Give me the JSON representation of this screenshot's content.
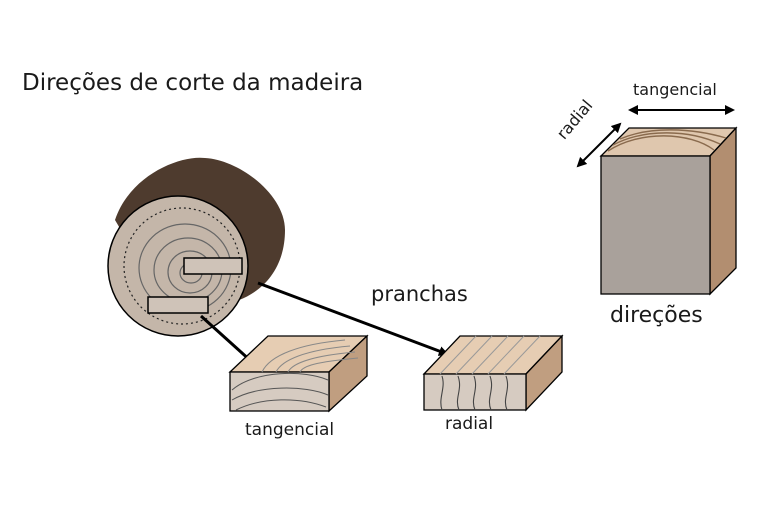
{
  "title": "Direções de corte da madeira",
  "labels": {
    "pranchas": "pranchas",
    "tangencial_board": "tangencial",
    "radial_board": "radial",
    "direcoes": "direções",
    "tangencial_direction": "tangencial",
    "radial_direction": "radial"
  },
  "colors": {
    "bark": "#4e3b2e",
    "end_grain": "#c4b6a9",
    "board_top": "#e6cdb3",
    "board_side": "#c09e80",
    "board_end": "#d6cbc1",
    "block_front": "#a9a19b",
    "block_side": "#b28e70",
    "block_top": "#dfc7ae",
    "line": "#000000"
  }
}
